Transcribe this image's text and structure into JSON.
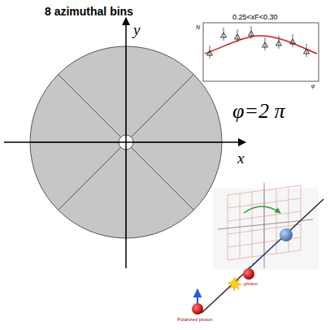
{
  "diagram": {
    "title": "8 azimuthal bins",
    "labels": [
      "y",
      "x",
      "0.25<xF<0.30",
      "N",
      "φ",
      "φ=2 π",
      "proton",
      "Polarized proton"
    ]
  }
}
